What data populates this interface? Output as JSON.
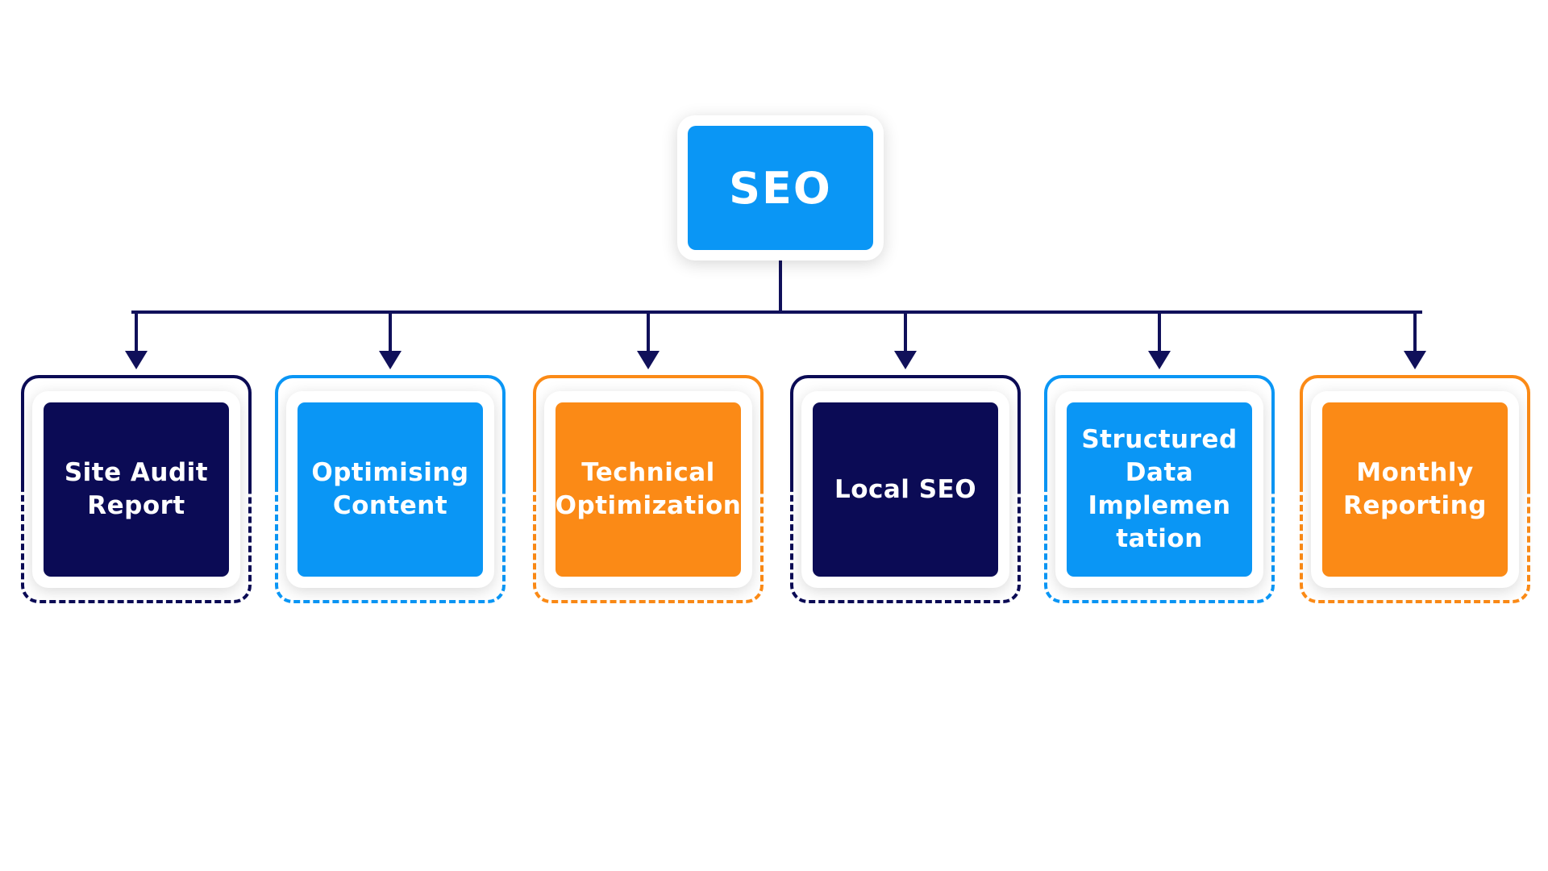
{
  "root": {
    "label": "SEO",
    "color": "#0a96f5"
  },
  "colors": {
    "connector": "#10105a",
    "navy": "#0b0b55",
    "blue": "#0a96f5",
    "orange": "#fb8a16"
  },
  "children": [
    {
      "label": "Site Audit\nReport",
      "color": "#0b0b55"
    },
    {
      "label": "Optimising\nContent",
      "color": "#0a96f5"
    },
    {
      "label": "Technical\nOptimization",
      "color": "#fb8a16"
    },
    {
      "label": "Local SEO",
      "color": "#0b0b55"
    },
    {
      "label": "Structured\nData\nImplemen\ntation",
      "color": "#0a96f5"
    },
    {
      "label": "Monthly\nReporting",
      "color": "#fb8a16"
    }
  ]
}
